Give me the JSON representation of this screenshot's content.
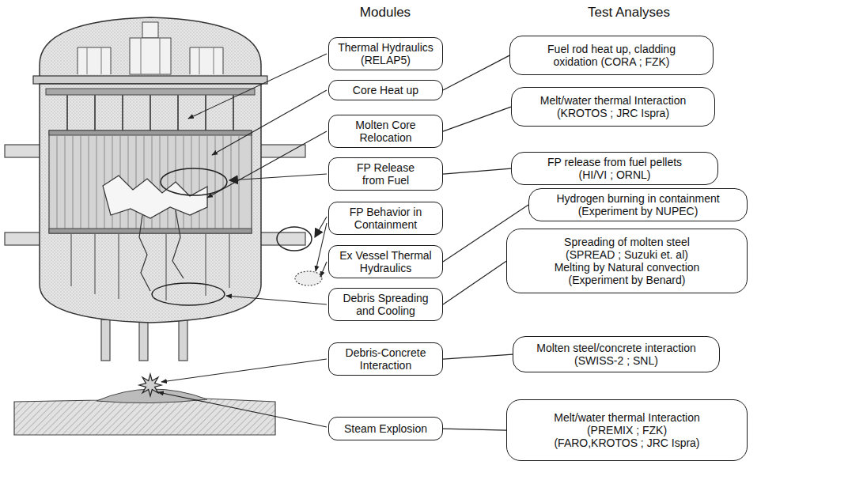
{
  "diagram": {
    "nodes": [
      {
        "text": [
          "Thermal Hydraulics (RELAP5)"
        ]
      },
      {
        "text": [
          "Core Heat up"
        ]
      },
      {
        "text": [
          "Molten Core Relocation"
        ]
      },
      {
        "text": [
          "FP Release from Fuel"
        ]
      },
      {
        "text": [
          "FP Behavior in Containment"
        ]
      },
      {
        "text": [
          "Ex Vessel Thermal Hydraulics"
        ]
      },
      {
        "text": [
          "Debris Spreading and Cooling"
        ]
      },
      {
        "text": [
          "Debris-Concrete Interaction"
        ]
      },
      {
        "text": [
          "Steam Explosion"
        ]
      },
      {
        "text": [
          "Fuel rod heat up, cladding oxidation (CORA ; FZK)"
        ]
      },
      {
        "text": [
          "Melt/water thermal Interaction (KROTOS ; JRC Ispra)"
        ]
      },
      {
        "text": [
          "FP release from fuel pellets (HI/VI ; ORNL)"
        ]
      },
      {
        "text": [
          "Hydrogen burning in containment (Experiment by NUPEC)"
        ]
      },
      {
        "text": [
          "Spreading of molten steel (SPREAD ; Suzuki et. al)",
          "Melting by Natural convection (Experiment by Benard)"
        ]
      },
      {
        "text": [
          "Molten steel/concrete interaction (SWISS-2 ; SNL)"
        ]
      },
      {
        "text": [
          "Melt/water thermal Interaction (PREMIX ; FZK) (FARO,KROTOS ; JRC Ispra)"
        ]
      }
    ],
    "edges": [
      {
        "from": 1,
        "to": 9,
        "arrow": "none"
      },
      {
        "from": 2,
        "to": 10,
        "arrow": "none"
      },
      {
        "from": 3,
        "to": 11,
        "arrow": "none"
      },
      {
        "from": 5,
        "to": 12,
        "arrow": "none"
      },
      {
        "from": 6,
        "to": 13,
        "arrow": "none"
      },
      {
        "from": 7,
        "to": 14,
        "arrow": "none"
      },
      {
        "from": 8,
        "to": 15,
        "arrow": "none"
      }
    ],
    "labels": [
      "Modules",
      "Test Analyses"
    ]
  }
}
